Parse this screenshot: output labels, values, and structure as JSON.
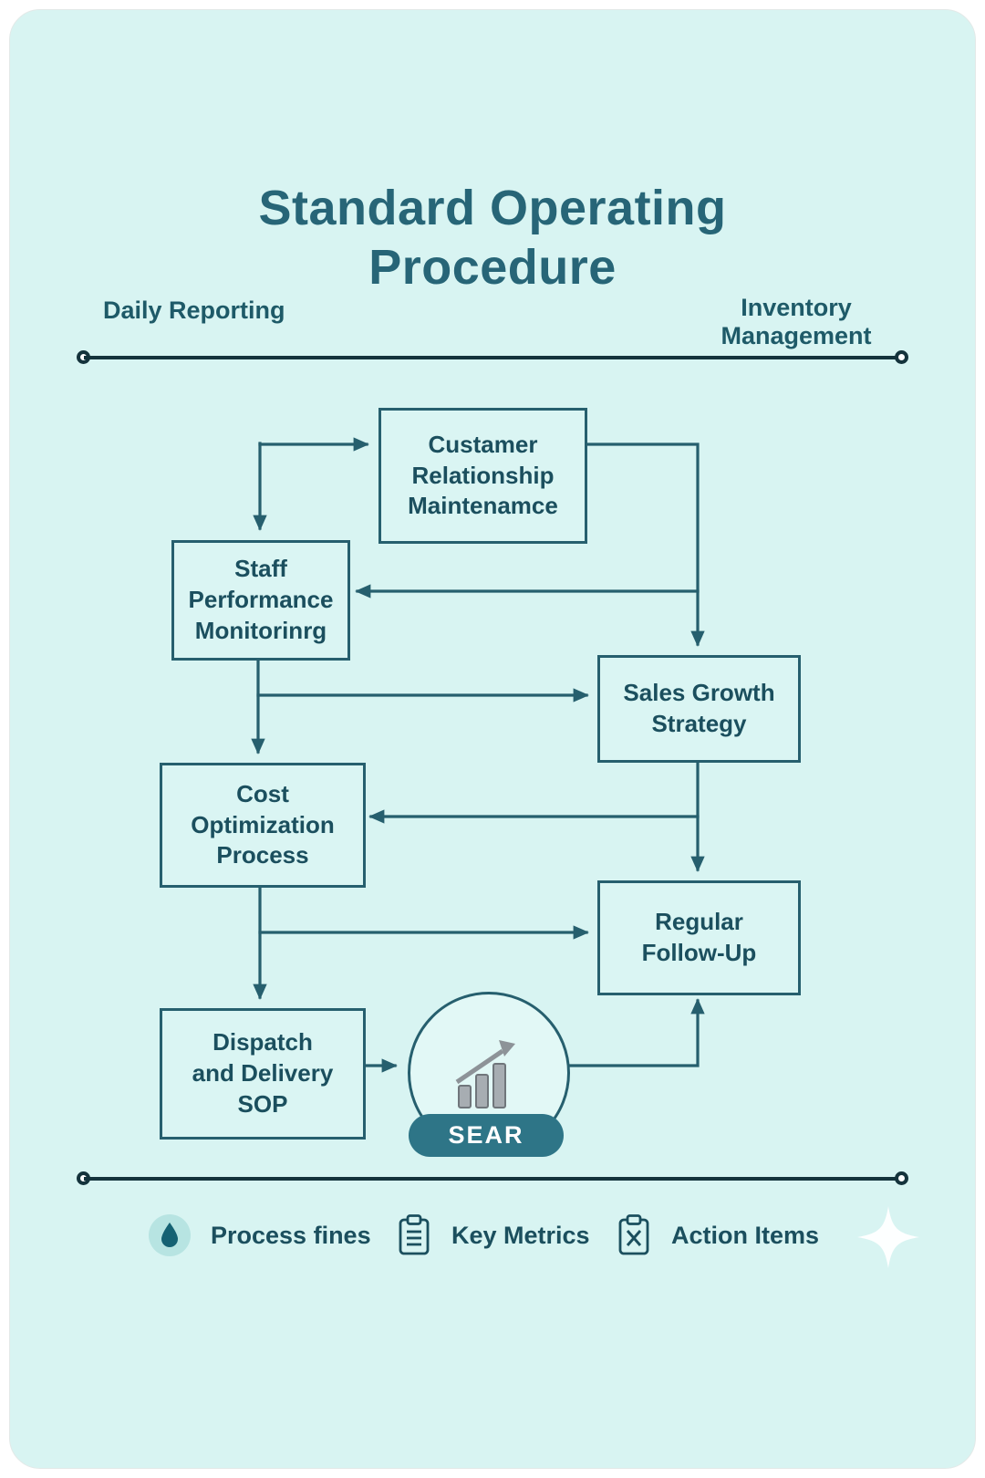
{
  "page": {
    "title": "Standard Operating Procedure",
    "left_label": "Daily Reporting",
    "right_label": "Inventory\nManagement"
  },
  "nodes": {
    "customer": "Custamer\nRelationship\nMaintenamce",
    "staff": "Staff\nPerformance\nMonitorinrg",
    "sales": "Sales Growth\nStrategy",
    "cost": "Cost\nOptimization\nProcess",
    "regular": "Regular\nFollow-Up",
    "dispatch": "Dispatch\nand Delivery\nSOP"
  },
  "button": {
    "label": "SEAR"
  },
  "legend": {
    "items": [
      {
        "icon": "droplet-icon",
        "label": "Process fines"
      },
      {
        "icon": "clipboard-icon",
        "label": "Key Metrics"
      },
      {
        "icon": "clipboard-x-icon",
        "label": "Action Items"
      }
    ]
  },
  "colors": {
    "background": "#d8f4f2",
    "accent": "#265f6e",
    "text": "#1b4f5e",
    "rule": "#14333c",
    "button_bg": "#2e7587",
    "button_text": "#ffffff"
  }
}
